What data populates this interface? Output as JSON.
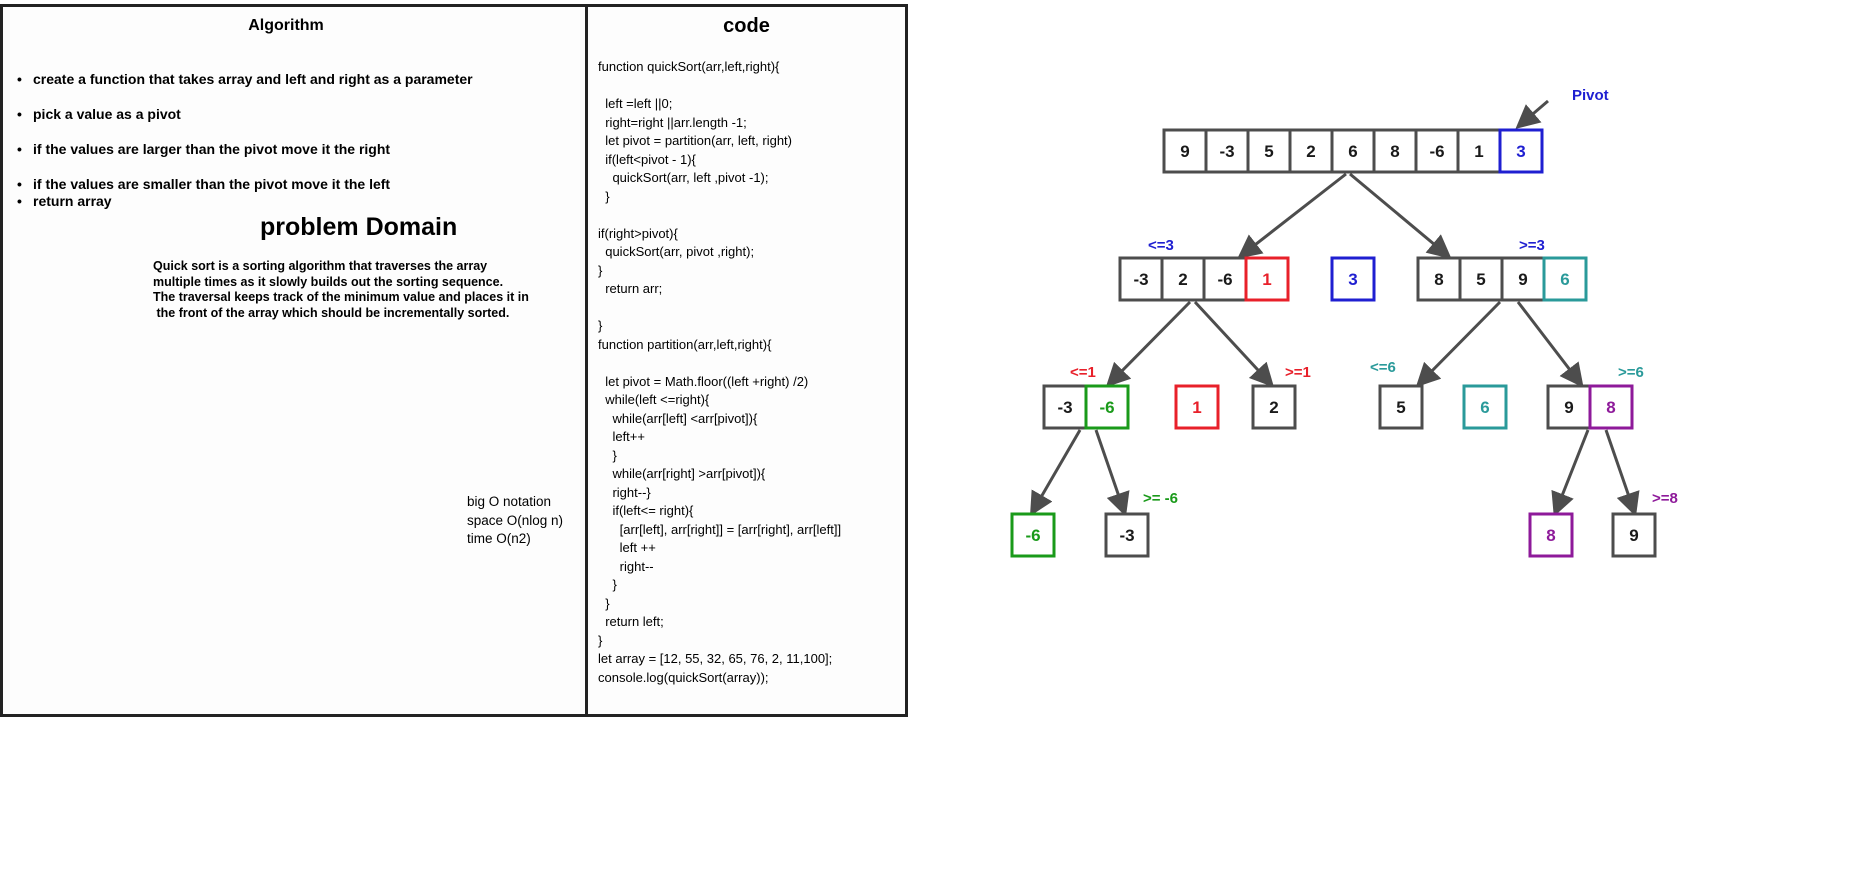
{
  "algorithm": {
    "title": "Algorithm",
    "steps": [
      "create a function that takes array and left and right as a parameter",
      "pick a value as a pivot",
      "if the values are larger than the  pivot move it the right",
      "if the values are smaller than the  pivot move it the left",
      "return array"
    ],
    "problem_domain": {
      "heading": "problem Domain",
      "lines": [
        "Quick sort is a sorting algorithm that traverses the array",
        "multiple times as it slowly builds out the sorting sequence.",
        "The traversal keeps track of the minimum value and places it in",
        " the front of the array which should be incrementally sorted."
      ]
    },
    "big_o": [
      "big O notation",
      "space O(nlog n)",
      "time O(n2)"
    ]
  },
  "code": {
    "title": "code",
    "lines": [
      "function quickSort(arr,left,right){",
      "",
      "  left =left ||0;",
      "  right=right ||arr.length -1;",
      "  let pivot = partition(arr, left, right)",
      "  if(left<pivot - 1){",
      "    quickSort(arr, left ,pivot -1);",
      "  }",
      "",
      "if(right>pivot){",
      "  quickSort(arr, pivot ,right);",
      "}",
      "  return arr;",
      "",
      "}",
      "function partition(arr,left,right){",
      "",
      "  let pivot = Math.floor((left +right) /2)",
      "  while(left <=right){",
      "    while(arr[left] <arr[pivot]){",
      "    left++",
      "    }",
      "    while(arr[right] >arr[pivot]){",
      "    right--}",
      "    if(left<= right){",
      "      [arr[left], arr[right]] = [arr[right], arr[left]]",
      "      left ++",
      "      right--",
      "    }",
      "  }",
      "  return left;",
      "}",
      "let array = [12, 55, 32, 65, 76, 2, 11,100];",
      "console.log(quickSort(array));"
    ]
  },
  "diagram": {
    "pivot_label": "Pivot",
    "colors": {
      "default": "#4d4d4d",
      "blue": "#1f1fd1",
      "red": "#e8202a",
      "teal": "#2a9a9a",
      "green": "#1a9a1a",
      "purple": "#8e1a9a"
    },
    "row1": [
      {
        "v": "9",
        "c": "default"
      },
      {
        "v": "-3",
        "c": "default"
      },
      {
        "v": "5",
        "c": "default"
      },
      {
        "v": "2",
        "c": "default"
      },
      {
        "v": "6",
        "c": "default"
      },
      {
        "v": "8",
        "c": "default"
      },
      {
        "v": "-6",
        "c": "default"
      },
      {
        "v": "1",
        "c": "default"
      },
      {
        "v": "3",
        "c": "blue"
      }
    ],
    "row2_left": [
      {
        "v": "-3",
        "c": "default"
      },
      {
        "v": "2",
        "c": "default"
      },
      {
        "v": "-6",
        "c": "default"
      },
      {
        "v": "1",
        "c": "red"
      }
    ],
    "row2_mid": [
      {
        "v": "3",
        "c": "blue"
      }
    ],
    "row2_right": [
      {
        "v": "8",
        "c": "default"
      },
      {
        "v": "5",
        "c": "default"
      },
      {
        "v": "9",
        "c": "default"
      },
      {
        "v": "6",
        "c": "teal"
      }
    ],
    "row3": [
      [
        {
          "v": "-3",
          "c": "default"
        },
        {
          "v": "-6",
          "c": "green"
        }
      ],
      [
        {
          "v": "1",
          "c": "red"
        }
      ],
      [
        {
          "v": "2",
          "c": "default"
        }
      ],
      [
        {
          "v": "5",
          "c": "default"
        }
      ],
      [
        {
          "v": "6",
          "c": "teal"
        }
      ],
      [
        {
          "v": "9",
          "c": "default"
        },
        {
          "v": "8",
          "c": "purple"
        }
      ]
    ],
    "row4": [
      [
        {
          "v": "-6",
          "c": "green"
        }
      ],
      [
        {
          "v": "-3",
          "c": "default"
        }
      ],
      [
        {
          "v": "8",
          "c": "purple"
        }
      ],
      [
        {
          "v": "9",
          "c": "default"
        }
      ]
    ],
    "conditions": [
      {
        "text": "<=3",
        "c": "blue"
      },
      {
        "text": ">=3",
        "c": "blue"
      },
      {
        "text": "<=1",
        "c": "red"
      },
      {
        "text": ">=1",
        "c": "red"
      },
      {
        "text": "<=6",
        "c": "teal"
      },
      {
        "text": ">=6",
        "c": "teal"
      },
      {
        "text": ">= -6",
        "c": "green"
      },
      {
        "text": ">=8",
        "c": "purple"
      }
    ]
  }
}
